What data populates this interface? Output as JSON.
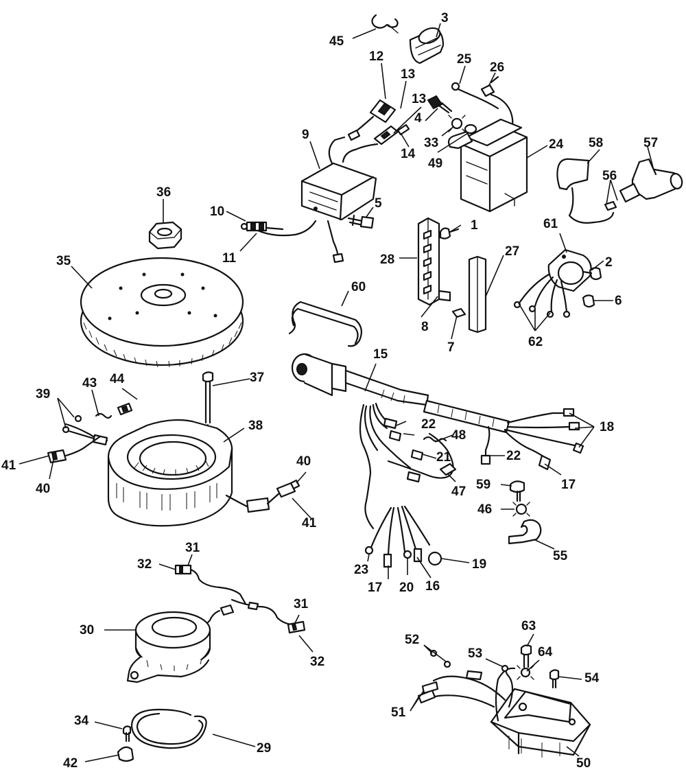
{
  "callouts": {
    "c1": "1",
    "c2": "2",
    "c3": "3",
    "c4": "4",
    "c5": "5",
    "c6": "6",
    "c7": "7",
    "c8": "8",
    "c9": "9",
    "c10": "10",
    "c11a": "11",
    "c12": "12",
    "c13a": "13",
    "c13b": "13",
    "c14": "14",
    "c15": "15",
    "c16": "16",
    "c17a": "17",
    "c17b": "17",
    "c18": "18",
    "c19": "19",
    "c20": "20",
    "c21": "21",
    "c22a": "22",
    "c22b": "22",
    "c23": "23",
    "c24": "24",
    "c25": "25",
    "c26": "26",
    "c27": "27",
    "c28": "28",
    "c29": "29",
    "c30": "30",
    "c31a": "31",
    "c31b": "31",
    "c32a": "32",
    "c32b": "32",
    "c33": "33",
    "c34": "34",
    "c35": "35",
    "c36": "36",
    "c37": "37",
    "c38": "38",
    "c39": "39",
    "c40a": "40",
    "c40b": "40",
    "c41a": "41",
    "c41b": "41",
    "c42": "42",
    "c43": "43",
    "c44": "44",
    "c45": "45",
    "c46": "46",
    "c47": "47",
    "c48": "48",
    "c49": "49",
    "c50": "50",
    "c51": "51",
    "c52": "52",
    "c53": "53",
    "c54": "54",
    "c55": "55",
    "c56": "56",
    "c57": "57",
    "c58": "58",
    "c59": "59",
    "c60": "60",
    "c61": "61",
    "c62": "62",
    "c63": "63",
    "c64": "64"
  }
}
